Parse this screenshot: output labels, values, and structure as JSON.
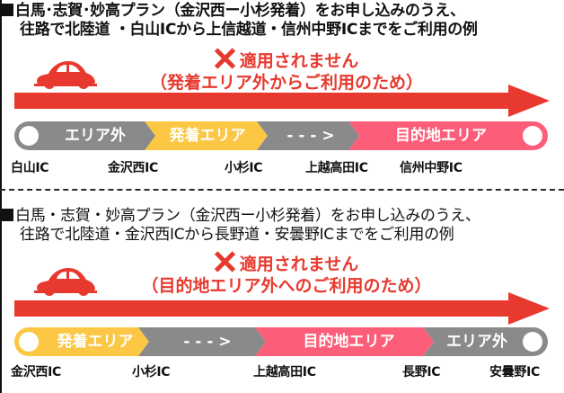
{
  "colors": {
    "red": "#e8392f",
    "gray": "#8a8a8a",
    "yellow": "#fbc744",
    "pink": "#fc5e7a",
    "text": "#111111"
  },
  "examples": [
    {
      "heading_line1": "白馬･志賀･妙高プラン（金沢西ー小杉発着）をお申し込みのうえ、",
      "heading_line2": "往路で北陸道 ・白山ICから上信越道・信州中野ICまでをご利用の例",
      "notice_mark": "cross-icon",
      "notice_line1": "適用されません",
      "notice_line2": "（発着エリア外からご利用のため）",
      "segments": [
        {
          "label": "エリア外",
          "color": "gray"
        },
        {
          "label": "発着エリア",
          "color": "yellow"
        },
        {
          "label": "- - - >",
          "color": "gray"
        },
        {
          "label": "目的地エリア",
          "color": "pink"
        }
      ],
      "interchanges": [
        "白山IC",
        "金沢西IC",
        "小杉IC",
        "上越高田IC",
        "信州中野IC"
      ]
    },
    {
      "heading_line1": "白馬・志賀・妙高プラン（金沢西ー小杉発着）をお申し込みのうえ、",
      "heading_line2": "往路で北陸道・金沢西ICから長野道・安曇野ICまでをご利用の例",
      "notice_mark": "cross-icon",
      "notice_line1": "適用されません",
      "notice_line2": "（目的地エリア外へのご利用のため）",
      "segments": [
        {
          "label": "発着エリア",
          "color": "yellow"
        },
        {
          "label": "- - - >",
          "color": "gray"
        },
        {
          "label": "目的地エリア",
          "color": "pink"
        },
        {
          "label": "エリア外",
          "color": "gray"
        }
      ],
      "interchanges": [
        "金沢西IC",
        "小杉IC",
        "上越高田IC",
        "長野IC",
        "安曇野IC"
      ]
    }
  ]
}
